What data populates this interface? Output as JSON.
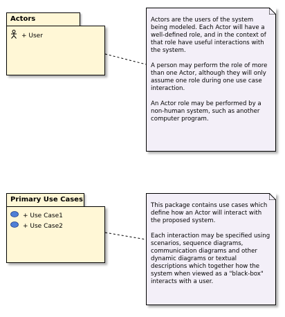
{
  "packages": [
    {
      "name": "Actors",
      "items": [
        {
          "icon": "actor-icon",
          "label": "+ User"
        }
      ]
    },
    {
      "name": "Primary Use Cases",
      "items": [
        {
          "icon": "use-case-icon",
          "label": "+ Use Case1"
        },
        {
          "icon": "use-case-icon",
          "label": "+ Use Case2"
        }
      ]
    }
  ],
  "notes": [
    {
      "paragraphs": [
        "Actors are the users of the system being modeled. Each Actor will have a well-defined role, and in the context of that role have useful interactions with the system.",
        "A person may perform the role of more than one Actor, although they will only assume one role during one use case interaction.",
        "An Actor role may be performed by a non-human system, such as another computer program."
      ]
    },
    {
      "paragraphs": [
        "This package contains use cases which define how an Actor will interact with the proposed system.",
        "Each interaction may be specified using scenarios, sequence diagrams, communication diagrams and other dynamic diagrams or textual descriptions which together how the system when viewed as a \"black-box\" interacts with a user."
      ]
    }
  ],
  "colors": {
    "package_fill": "#fff7d6",
    "note_fill": "#f3eff8",
    "use_case_fill": "#4f7fd6"
  }
}
